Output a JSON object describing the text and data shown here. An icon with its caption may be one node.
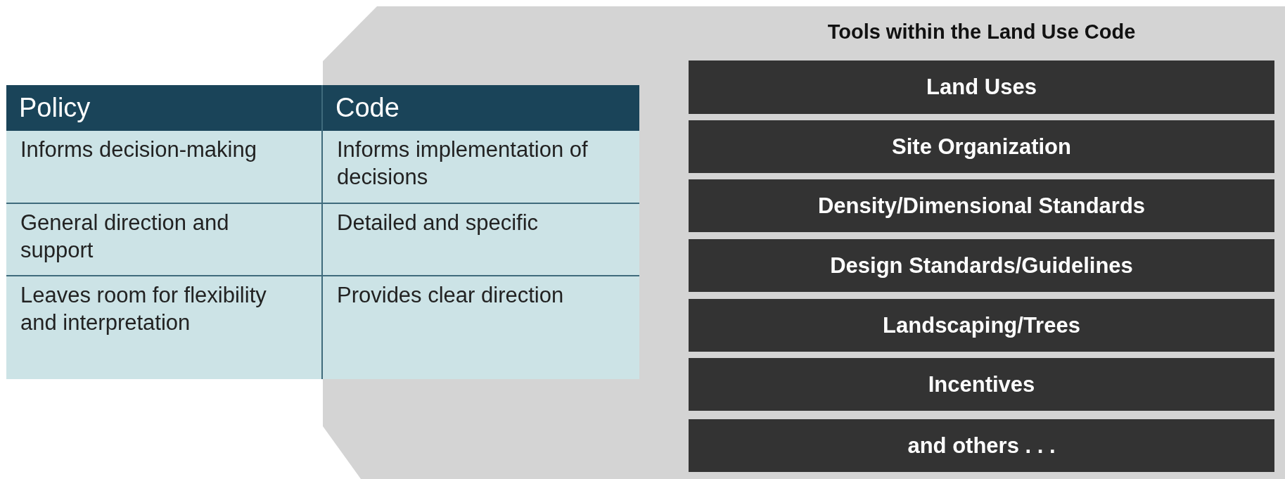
{
  "diagram": {
    "nodes": [
      {
        "text": [
          "Tools within the Land Use Code"
        ]
      },
      {
        "text": [
          "Land Uses"
        ],
        "in": 0
      },
      {
        "text": [
          "Site Organization"
        ],
        "in": 0
      },
      {
        "text": [
          "Density/Dimensional Standards"
        ],
        "in": 0
      },
      {
        "text": [
          "Design Standards/Guidelines"
        ],
        "in": 0
      },
      {
        "text": [
          "Landscaping/Trees"
        ],
        "in": 0
      },
      {
        "text": [
          "Incentives"
        ],
        "in": 0
      },
      {
        "text": [
          "and others . . ."
        ],
        "in": 0
      }
    ],
    "labels": [
      "Policy",
      "Code",
      "Informs decision-making",
      "Informs implementation of decisions",
      "General direction and support",
      "Detailed and specific",
      "Leaves room for flexibility and interpretation",
      "Provides clear direction"
    ]
  }
}
